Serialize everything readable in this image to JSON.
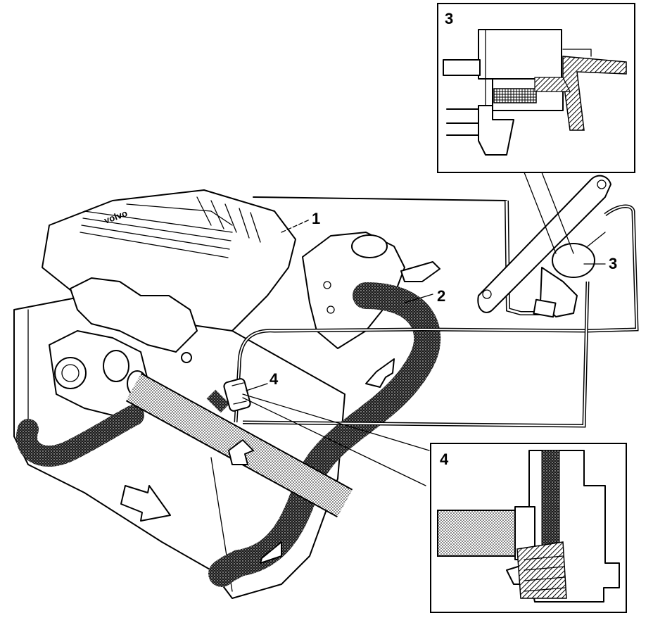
{
  "colors": {
    "line": "#000000",
    "background": "#ffffff",
    "hose_dark": "#1a1a1a",
    "hose_light": "#9a9a9a"
  },
  "callouts": {
    "part1": "1",
    "part2": "2",
    "part3": "3",
    "part4": "4"
  },
  "insets": {
    "top_right": {
      "number": "3"
    },
    "bottom_right": {
      "number": "4"
    }
  },
  "icons": {
    "flow_arrow": "hollow-arrow-icon"
  }
}
